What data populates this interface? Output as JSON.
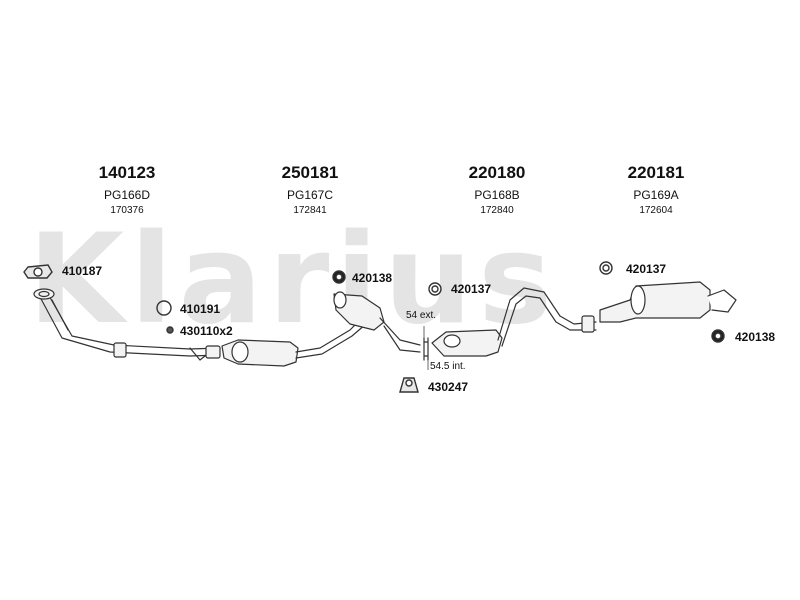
{
  "watermark": "Klarius",
  "headers": [
    {
      "number": "140123",
      "code": "PG166D",
      "sub": "170376"
    },
    {
      "number": "250181",
      "code": "PG167C",
      "sub": "172841"
    },
    {
      "number": "220180",
      "code": "PG168B",
      "sub": "172840"
    },
    {
      "number": "220181",
      "code": "PG169A",
      "sub": "172604"
    }
  ],
  "parts": {
    "gasket_front": "410187",
    "ring_gasket": "410191",
    "clamp_pair": "430110x2",
    "mount_front_mid": "420138",
    "mount_mid": "420137",
    "mount_rear": "420137",
    "mount_rear_low": "420138",
    "clamp_mid": "430247"
  },
  "dimensions": {
    "ext": "54 ext.",
    "int": "54.5 int."
  },
  "colors": {
    "line": "#333333",
    "fill": "#f3f3f3",
    "watermark": "#e4e4e4"
  }
}
